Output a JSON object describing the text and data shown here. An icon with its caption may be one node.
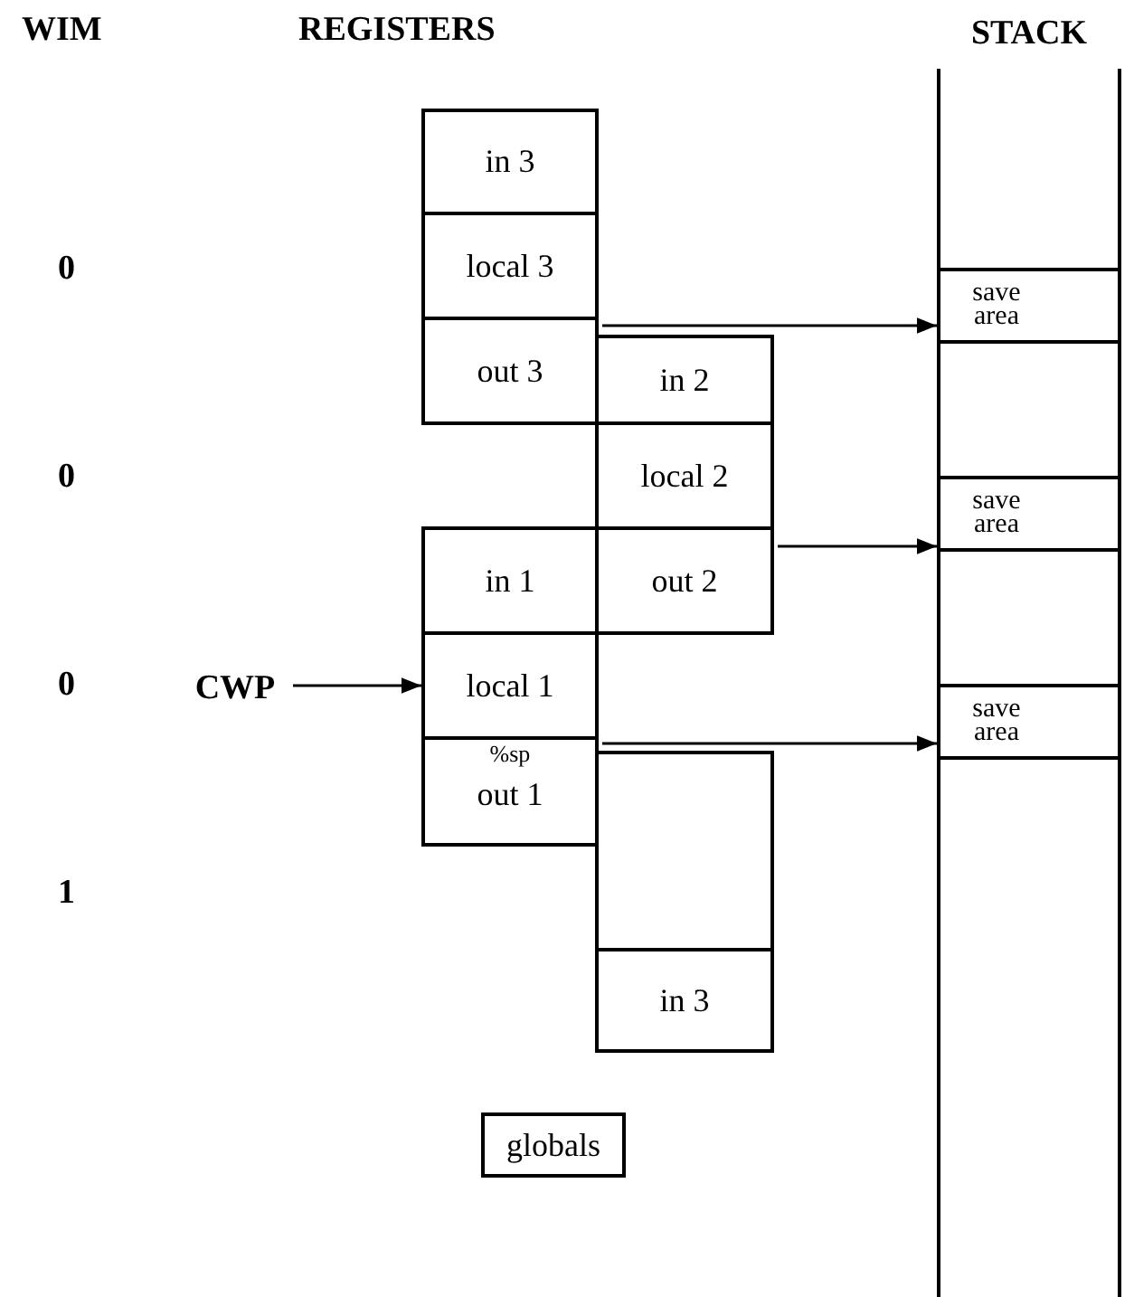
{
  "diagram": {
    "nodes": [
      {
        "text": [
          "in 3"
        ]
      },
      {
        "text": [
          "local 3"
        ]
      },
      {
        "text": [
          "out 3"
        ]
      },
      {
        "text": [
          "in 2"
        ]
      },
      {
        "text": [
          "local 2"
        ]
      },
      {
        "text": [
          "in 1"
        ]
      },
      {
        "text": [
          "out 2"
        ]
      },
      {
        "text": [
          "local 1"
        ]
      },
      {
        "text": [
          "%sp",
          "out 1"
        ]
      },
      {
        "text": [],
        "shape": "box"
      },
      {
        "text": [
          "in 3"
        ]
      },
      {
        "text": [
          "globals"
        ]
      },
      {
        "text": [
          "CWP"
        ]
      },
      {
        "text": [
          "STACK"
        ]
      },
      {
        "text": [
          "save area"
        ],
        "in": 13
      },
      {
        "text": [
          "save area"
        ],
        "in": 13
      },
      {
        "text": [
          "save area"
        ],
        "in": 13
      }
    ],
    "edges": [
      {
        "from": 12,
        "to": 7,
        "arrow": "to"
      },
      {
        "from": 2,
        "to": 14,
        "arrow": "to"
      },
      {
        "from": 6,
        "to": 15,
        "arrow": "to"
      },
      {
        "from": 8,
        "to": 16,
        "arrow": "to"
      }
    ],
    "labels": [
      "WIM",
      "REGISTERS",
      "0",
      "0",
      "0",
      "1"
    ]
  }
}
